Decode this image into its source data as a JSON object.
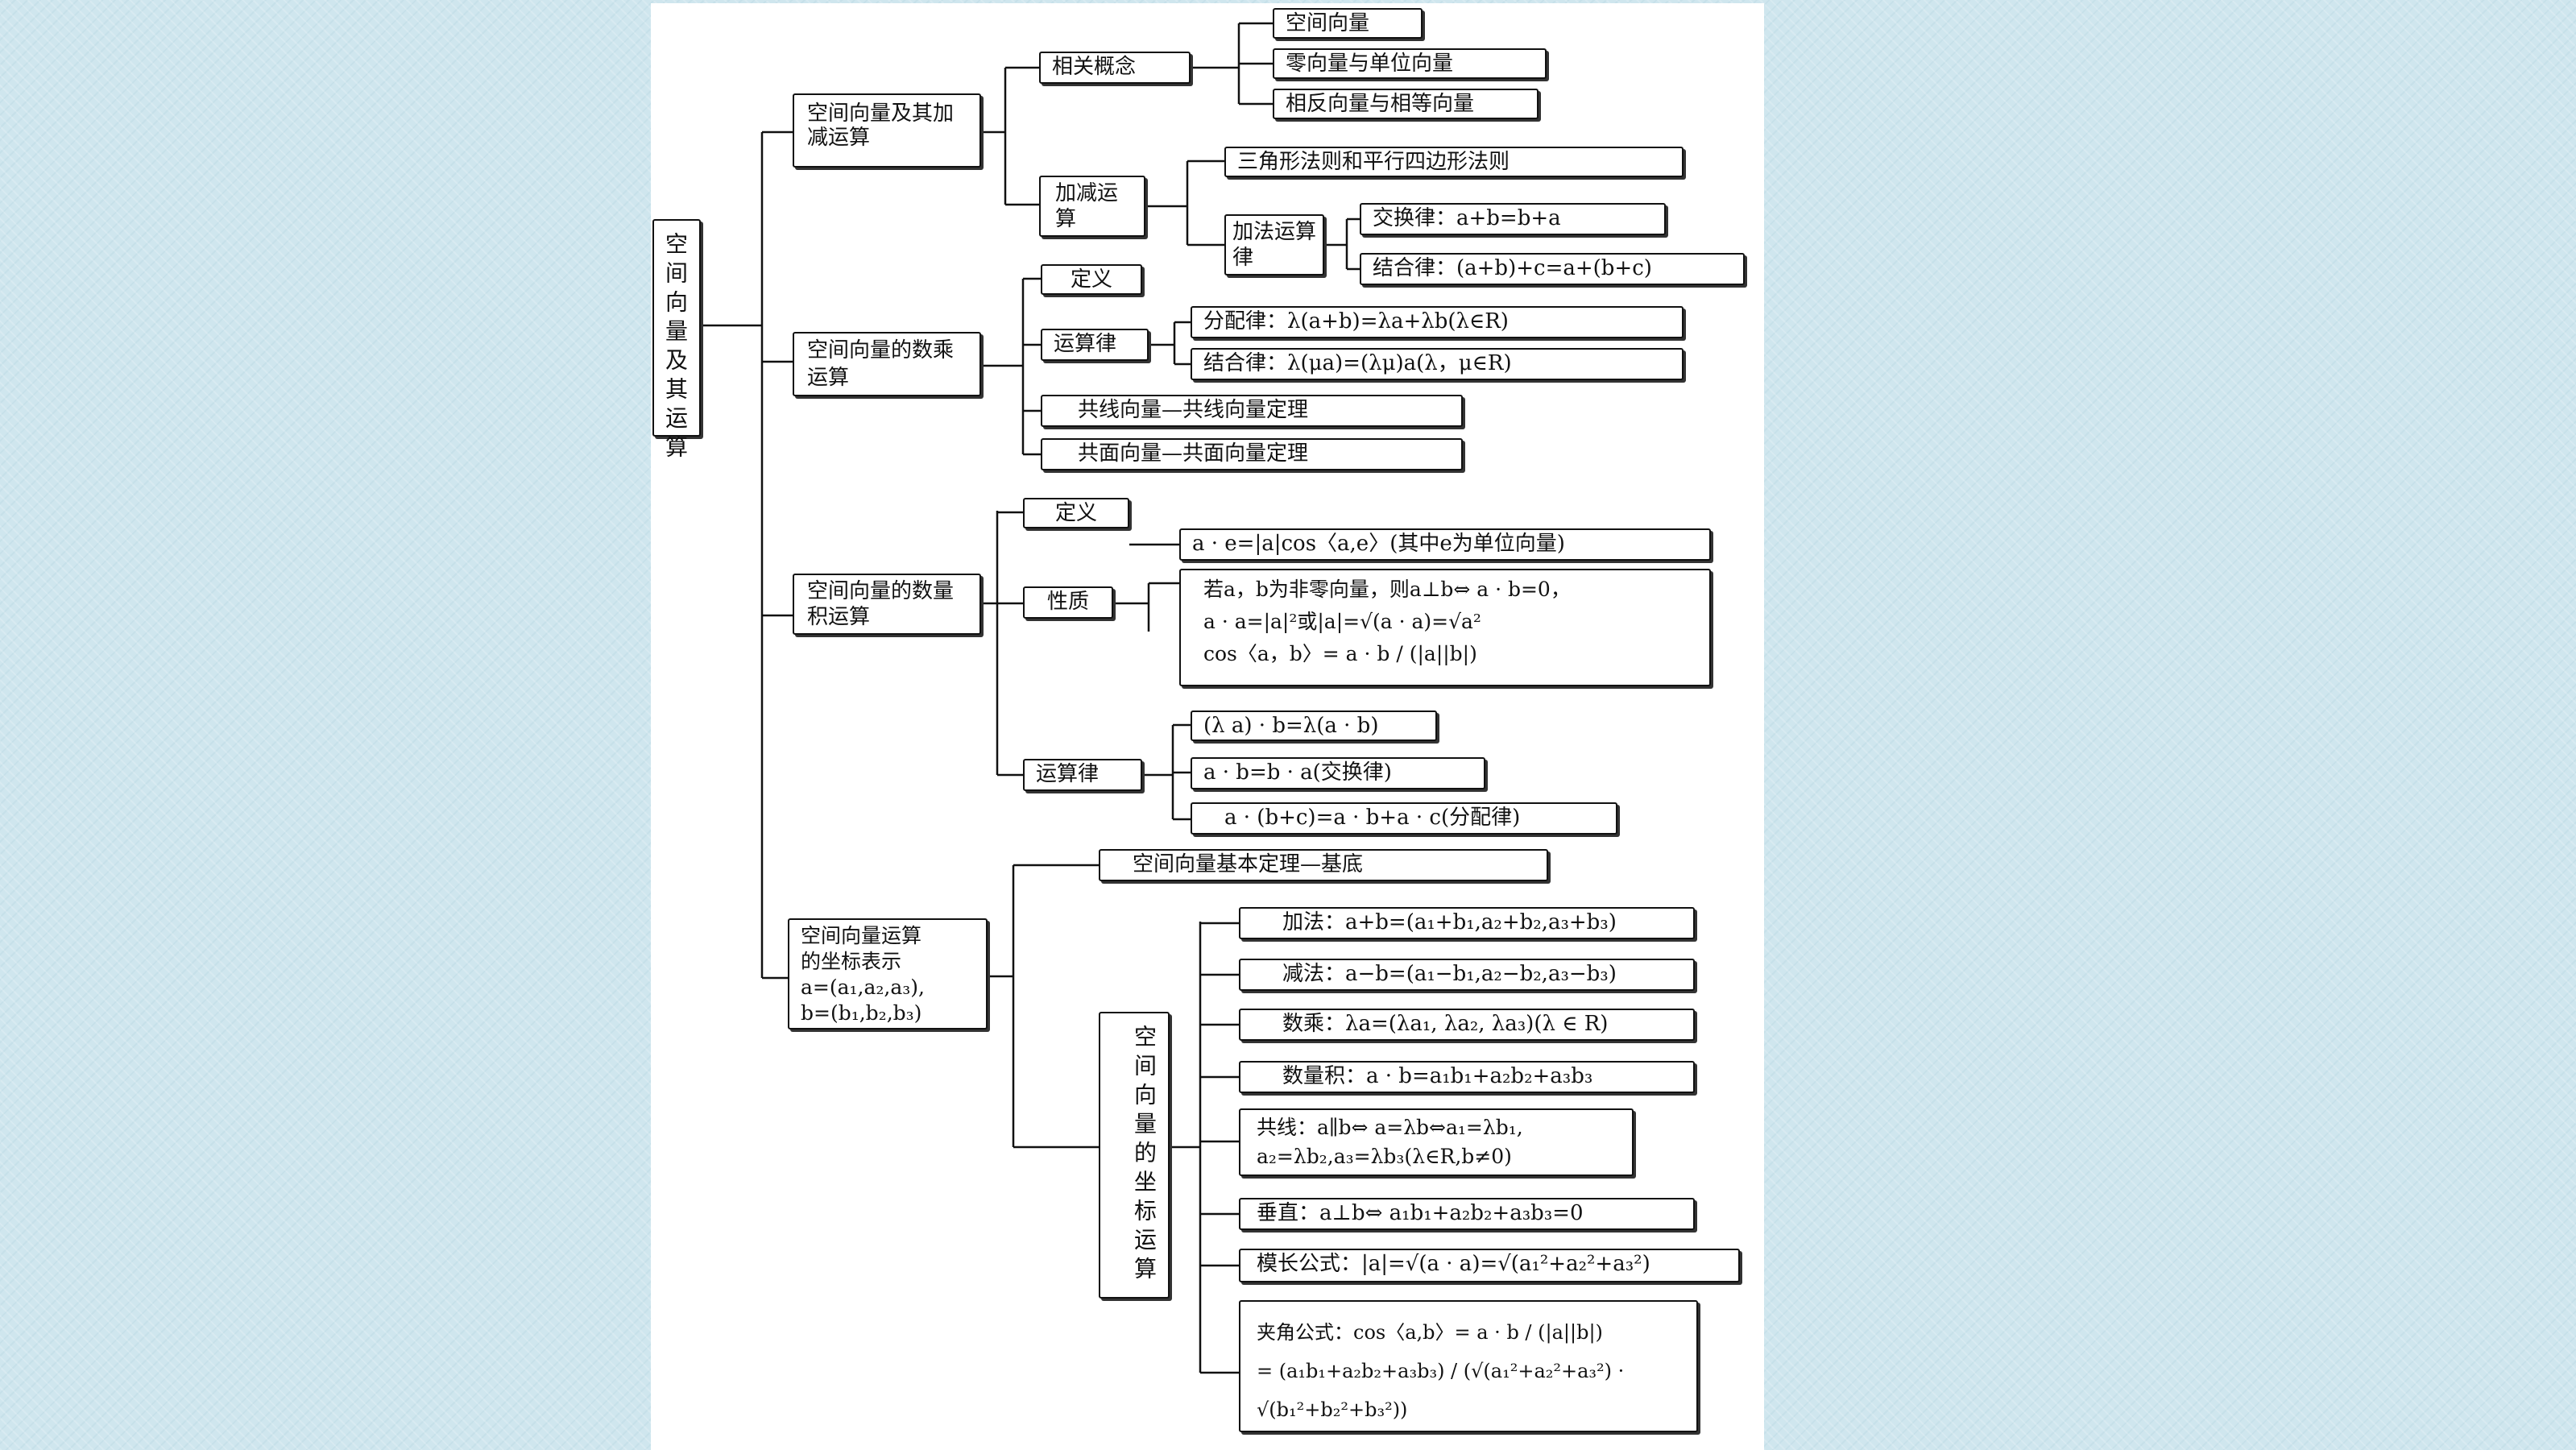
{
  "root": "空间向量及其运算",
  "sections": {
    "s1": {
      "title": "空间向量及其加减运算",
      "concepts": {
        "label": "相关概念",
        "items": [
          "空间向量",
          "零向量与单位向量",
          "相反向量与相等向量"
        ]
      },
      "addsub": {
        "label": "加减运算",
        "rule": "三角形法则和平行四边形法则",
        "laws_label": "加法运算律",
        "laws": [
          "交换律：a+b=b+a",
          "结合律：(a+b)+c=a+(b+c)"
        ]
      }
    },
    "s2": {
      "title": "空间向量的数乘运算",
      "definition": "定义",
      "laws_label": "运算律",
      "laws": [
        "分配律：λ(a+b)=λa+λb(λ∈R)",
        "结合律：λ(μa)=(λμ)a(λ，μ∈R)"
      ],
      "collinear": "共线向量—共线向量定理",
      "coplanar": "共面向量—共面向量定理"
    },
    "s3": {
      "title": "空间向量的数量积运算",
      "definition_label": "定义",
      "definition": "a · e=|a|cos〈a,e〉(其中e为单位向量)",
      "property_label": "性质",
      "property_lines": [
        "若a，b为非零向量，则a⊥b⇔ a · b=0，",
        "a · a=|a|²或|a|=√(a · a)=√a²",
        "cos〈a，b〉= a · b / (|a||b|)"
      ],
      "laws_label": "运算律",
      "laws": [
        "(λ a) · b=λ(a · b)",
        "a · b=b · a(交换律)",
        "a · (b+c)=a · b+a · c(分配律)"
      ]
    },
    "s4": {
      "title_lines": [
        "空间向量运算",
        "的坐标表示",
        "a=(a₁,a₂,a₃),",
        "b=(b₁,b₂,b₃)"
      ],
      "basis": "空间向量基本定理—基底",
      "coord_label": "空间向量的坐标运算",
      "ops": [
        "加法：a+b=(a₁+b₁,a₂+b₂,a₃+b₃)",
        "减法：a−b=(a₁−b₁,a₂−b₂,a₃−b₃)",
        "数乘：λa=(λa₁, λa₂, λa₃)(λ ∈ R)",
        "数量积：a · b=a₁b₁+a₂b₂+a₃b₃"
      ],
      "collinear_lines": [
        "共线：a∥b⇔ a=λb⇔a₁=λb₁,",
        "a₂=λb₂,a₃=λb₃(λ∈R,b≠0)"
      ],
      "perpendicular": "垂直：a⊥b⇔ a₁b₁+a₂b₂+a₃b₃=0",
      "modulus": "模长公式：|a|=√(a · a)=√(a₁²+a₂²+a₃²)",
      "angle_lines": [
        "夹角公式：cos〈a,b〉= a · b / (|a||b|)",
        "= (a₁b₁+a₂b₂+a₃b₃) / (√(a₁²+a₂²+a₃²) · √(b₁²+b₂²+b₃²))"
      ]
    }
  }
}
